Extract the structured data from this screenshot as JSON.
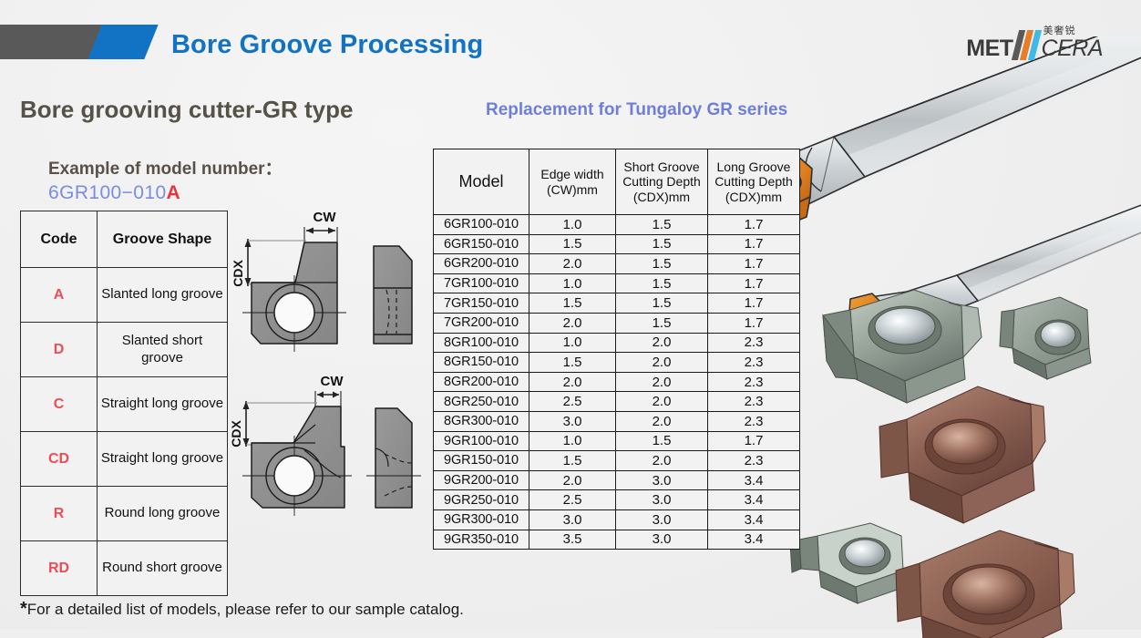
{
  "header": {
    "title": "Bore Groove Processing",
    "logo": {
      "met": "MET",
      "cera": "CERA",
      "chinese": "美奢锐"
    }
  },
  "titles": {
    "subtitle": "Bore grooving cutter-GR type",
    "replacement": "Replacement for Tungaloy GR series",
    "example_label": "Example of model number：",
    "example_model": "6GR100−010",
    "example_model_suffix": "A"
  },
  "code_table": {
    "headers": [
      "Code",
      "Groove Shape"
    ],
    "rows": [
      {
        "code": "A",
        "shape": "Slanted long groove"
      },
      {
        "code": "D",
        "shape": "Slanted short groove"
      },
      {
        "code": "C",
        "shape": "Straight long groove"
      },
      {
        "code": "CD",
        "shape": "Straight long groove"
      },
      {
        "code": "R",
        "shape": "Round long groove"
      },
      {
        "code": "RD",
        "shape": "Round short groove"
      }
    ]
  },
  "spec_table": {
    "headers": [
      "Model",
      "Edge width (CW)mm",
      "Short Groove Cutting Depth (CDX)mm",
      "Long Groove Cutting Depth (CDX)mm"
    ],
    "headers_split": {
      "h0": "Model",
      "h1_a": "Edge width",
      "h1_b": "(CW)mm",
      "h2_a": "Short Groove",
      "h2_b": "Cutting Depth",
      "h2_c": "(CDX)mm",
      "h3_a": "Long Groove",
      "h3_b": "Cutting Depth",
      "h3_c": "(CDX)mm"
    },
    "rows": [
      [
        "6GR100-010",
        "1.0",
        "1.5",
        "1.7"
      ],
      [
        "6GR150-010",
        "1.5",
        "1.5",
        "1.7"
      ],
      [
        "6GR200-010",
        "2.0",
        "1.5",
        "1.7"
      ],
      [
        "7GR100-010",
        "1.0",
        "1.5",
        "1.7"
      ],
      [
        "7GR150-010",
        "1.5",
        "1.5",
        "1.7"
      ],
      [
        "7GR200-010",
        "2.0",
        "1.5",
        "1.7"
      ],
      [
        "8GR100-010",
        "1.0",
        "2.0",
        "2.3"
      ],
      [
        "8GR150-010",
        "1.5",
        "2.0",
        "2.3"
      ],
      [
        "8GR200-010",
        "2.0",
        "2.0",
        "2.3"
      ],
      [
        "8GR250-010",
        "2.5",
        "2.0",
        "2.3"
      ],
      [
        "8GR300-010",
        "3.0",
        "2.0",
        "2.3"
      ],
      [
        "9GR100-010",
        "1.0",
        "1.5",
        "1.7"
      ],
      [
        "9GR150-010",
        "1.5",
        "2.0",
        "2.3"
      ],
      [
        "9GR200-010",
        "2.0",
        "3.0",
        "3.4"
      ],
      [
        "9GR250-010",
        "2.5",
        "3.0",
        "3.4"
      ],
      [
        "9GR300-010",
        "3.0",
        "3.0",
        "3.4"
      ],
      [
        "9GR350-010",
        "3.5",
        "3.0",
        "3.4"
      ]
    ]
  },
  "diagrams": {
    "cw_label": "CW",
    "cdx_label": "CDX"
  },
  "footnote": {
    "asterisk": "*",
    "text": "For a detailed list of models, please refer to our sample catalog."
  },
  "colors": {
    "accent_blue": "#1273c4",
    "periwinkle": "#6f7fd8",
    "red": "#ef4b55",
    "banner_gray": "#595959",
    "insert_orange": "#e08020",
    "insert_bronze": "#8b6355",
    "insert_steel": "#9aa69c",
    "background": "#efefef"
  }
}
